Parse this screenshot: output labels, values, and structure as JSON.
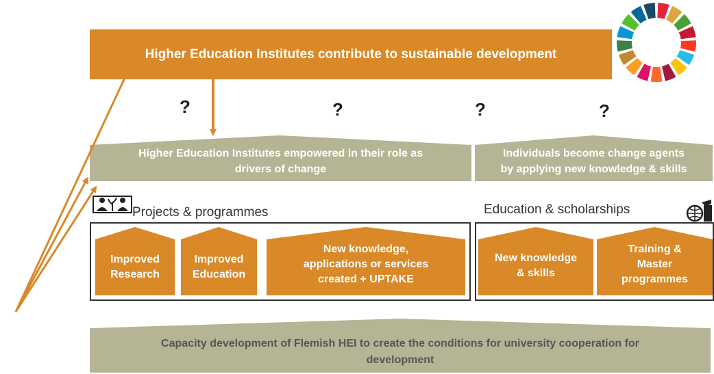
{
  "top_banner": "Higher Education Institutes contribute to sustainable development",
  "question_marks": [
    "?",
    "?",
    "?",
    "?"
  ],
  "outcomes": {
    "hei": [
      "Higher Education Institutes empowered in their role as",
      "drivers of change"
    ],
    "individuals": [
      "Individuals become change agents",
      "by applying new knowledge & skills"
    ]
  },
  "sections": {
    "projects": "Projects & programmes",
    "education": "Education & scholarships"
  },
  "outputs": {
    "research": [
      "Improved",
      "Research"
    ],
    "education": [
      "Improved",
      "Education"
    ],
    "knowledge": [
      "New knowledge,",
      "applications or services",
      "created + UPTAKE"
    ],
    "skills": [
      "New knowledge",
      "& skills"
    ],
    "training": [
      "Training &",
      "Master",
      "programmes"
    ]
  },
  "base": [
    "Capacity development of Flemish HEI to create the conditions for university cooperation for",
    "development"
  ],
  "colors": {
    "orange": "#d98928",
    "olive": "#b5b596",
    "sdg_wheel": [
      "#e5243b",
      "#dda63a",
      "#4c9f38",
      "#c5192d",
      "#ff3a21",
      "#26bde2",
      "#fcc30b",
      "#a21942",
      "#fd6925",
      "#dd1367",
      "#fd9d24",
      "#bf8b2e",
      "#3f7e44",
      "#0a97d9",
      "#56c02b",
      "#00689d",
      "#19486a"
    ]
  },
  "icons": {
    "projects": "people-plant-icon",
    "education": "graduate-globe-icon",
    "sdg": "sdg-wheel-icon"
  }
}
